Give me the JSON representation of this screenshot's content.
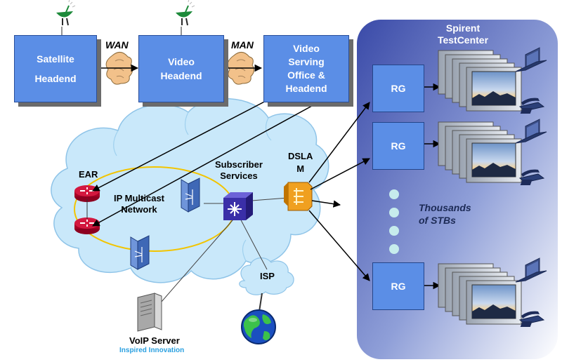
{
  "headends": {
    "satellite": "Satellite\nHeadend",
    "video": "Video\nHeadend",
    "vso": "Video\nServing\nOffice &\nHeadend"
  },
  "links": {
    "wan": "WAN",
    "man": "MAN"
  },
  "network": {
    "ear": "EAR",
    "multicast": "IP Multicast\nNetwork",
    "subscriber": "Subscriber\nServices",
    "dslam": "DSLA\nM",
    "isp": "ISP",
    "voip": "VoIP Server"
  },
  "panel": {
    "title": "Spirent\nTestCenter",
    "rg1": "RG",
    "rg2": "RG",
    "rg3": "RG",
    "thousands": "Thousands\nof STBs"
  },
  "footer": "Inspired Innovation",
  "colors": {
    "box": "#5b8ee6",
    "panel": "#2a3f96",
    "cloud": "#c9e8fa",
    "ring": "#f2c400",
    "router": "#c3002f",
    "dslam": "#f0a020",
    "footer": "#2aa0e0"
  },
  "icons": [
    "satellite-dish-icon",
    "cloud-link-icon",
    "router-icon",
    "switch-icon",
    "server-icon",
    "globe-icon",
    "monitor-stack-icon",
    "laptop-icon",
    "phone-icon"
  ]
}
